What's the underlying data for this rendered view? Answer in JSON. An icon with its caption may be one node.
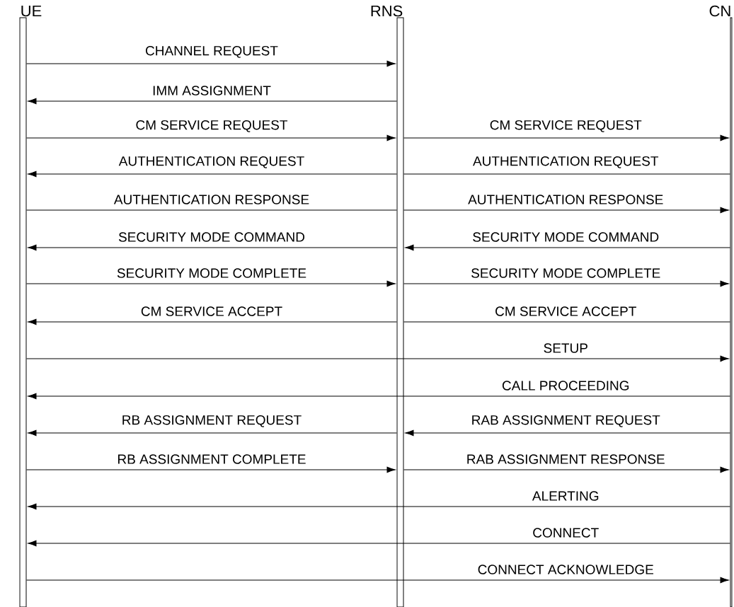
{
  "diagram": {
    "nodes": [
      {
        "text": [
          "UE"
        ]
      },
      {
        "text": [
          "RNS"
        ]
      },
      {
        "text": [
          "CN"
        ]
      }
    ],
    "edges": [
      {
        "from": 0,
        "to": 1,
        "arrow": "to",
        "label": "CHANNEL REQUEST"
      },
      {
        "from": 1,
        "to": 0,
        "arrow": "to",
        "label": "IMM ASSIGNMENT"
      },
      {
        "from": 0,
        "to": 1,
        "arrow": "to",
        "label": "CM SERVICE REQUEST"
      },
      {
        "from": 1,
        "to": 2,
        "arrow": "to",
        "label": "CM SERVICE REQUEST"
      },
      {
        "from": 1,
        "to": 0,
        "arrow": "to",
        "label": "AUTHENTICATION REQUEST"
      },
      {
        "from": 2,
        "to": 1,
        "arrow": "none",
        "label": "AUTHENTICATION REQUEST"
      },
      {
        "from": 0,
        "to": 1,
        "arrow": "none",
        "label": "AUTHENTICATION RESPONSE"
      },
      {
        "from": 1,
        "to": 2,
        "arrow": "to",
        "label": "AUTHENTICATION RESPONSE"
      },
      {
        "from": 1,
        "to": 0,
        "arrow": "to",
        "label": "SECURITY MODE COMMAND"
      },
      {
        "from": 2,
        "to": 1,
        "arrow": "to",
        "label": "SECURITY MODE COMMAND"
      },
      {
        "from": 0,
        "to": 1,
        "arrow": "to",
        "label": "SECURITY MODE COMPLETE"
      },
      {
        "from": 1,
        "to": 2,
        "arrow": "to",
        "label": "SECURITY MODE COMPLETE"
      },
      {
        "from": 1,
        "to": 0,
        "arrow": "to",
        "label": "CM SERVICE ACCEPT"
      },
      {
        "from": 2,
        "to": 1,
        "arrow": "none",
        "label": "CM SERVICE ACCEPT"
      },
      {
        "from": 0,
        "to": 2,
        "arrow": "to",
        "label": "SETUP"
      },
      {
        "from": 2,
        "to": 0,
        "arrow": "to",
        "label": "CALL PROCEEDING"
      },
      {
        "from": 1,
        "to": 0,
        "arrow": "to",
        "label": "RB ASSIGNMENT REQUEST"
      },
      {
        "from": 2,
        "to": 1,
        "arrow": "to",
        "label": "RAB ASSIGNMENT REQUEST"
      },
      {
        "from": 0,
        "to": 1,
        "arrow": "to",
        "label": "RB ASSIGNMENT COMPLETE"
      },
      {
        "from": 1,
        "to": 2,
        "arrow": "to",
        "label": "RAB ASSIGNMENT RESPONSE"
      },
      {
        "from": 2,
        "to": 0,
        "arrow": "to",
        "label": "ALERTING"
      },
      {
        "from": 2,
        "to": 0,
        "arrow": "to",
        "label": "CONNECT"
      },
      {
        "from": 0,
        "to": 2,
        "arrow": "to",
        "label": "CONNECT ACKNOWLEDGE"
      }
    ]
  }
}
